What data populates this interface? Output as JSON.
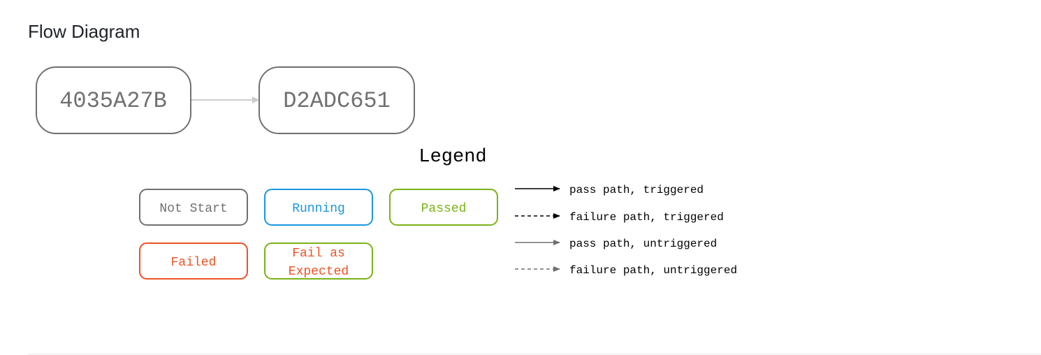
{
  "page": {
    "title": "Flow Diagram"
  },
  "flow": {
    "nodes": [
      {
        "id": "4035A27B",
        "label": "4035A27B",
        "status": "not_start"
      },
      {
        "id": "D2ADC651",
        "label": "D2ADC651",
        "status": "not_start"
      }
    ],
    "edges": [
      {
        "from": "4035A27B",
        "to": "D2ADC651",
        "kind": "pass_untriggered"
      }
    ]
  },
  "legend": {
    "title": "Legend",
    "statuses": [
      {
        "key": "not_start",
        "label": "Not Start",
        "border": "#707070",
        "text": "#707070"
      },
      {
        "key": "running",
        "label": "Running",
        "border": "#1a96e0",
        "text": "#1a96e0"
      },
      {
        "key": "passed",
        "label": "Passed",
        "border": "#7ab317",
        "text": "#7ab317"
      },
      {
        "key": "failed",
        "label": "Failed",
        "border": "#ee5124",
        "text": "#ee5124"
      },
      {
        "key": "fail_expected",
        "label_line1": "Fail as",
        "label_line2": "Expected",
        "border": "#7ab317",
        "text": "#ee5124"
      }
    ],
    "paths": [
      {
        "label": "pass path, triggered",
        "color": "#000000",
        "dashed": false
      },
      {
        "label": "failure path, triggered",
        "color": "#000000",
        "dashed": true
      },
      {
        "label": "pass path, untriggered",
        "color": "#707070",
        "dashed": false
      },
      {
        "label": "failure path, untriggered",
        "color": "#707070",
        "dashed": true
      }
    ]
  },
  "colors": {
    "edge_untriggered": "#cccccc",
    "node_border": "#707070"
  }
}
